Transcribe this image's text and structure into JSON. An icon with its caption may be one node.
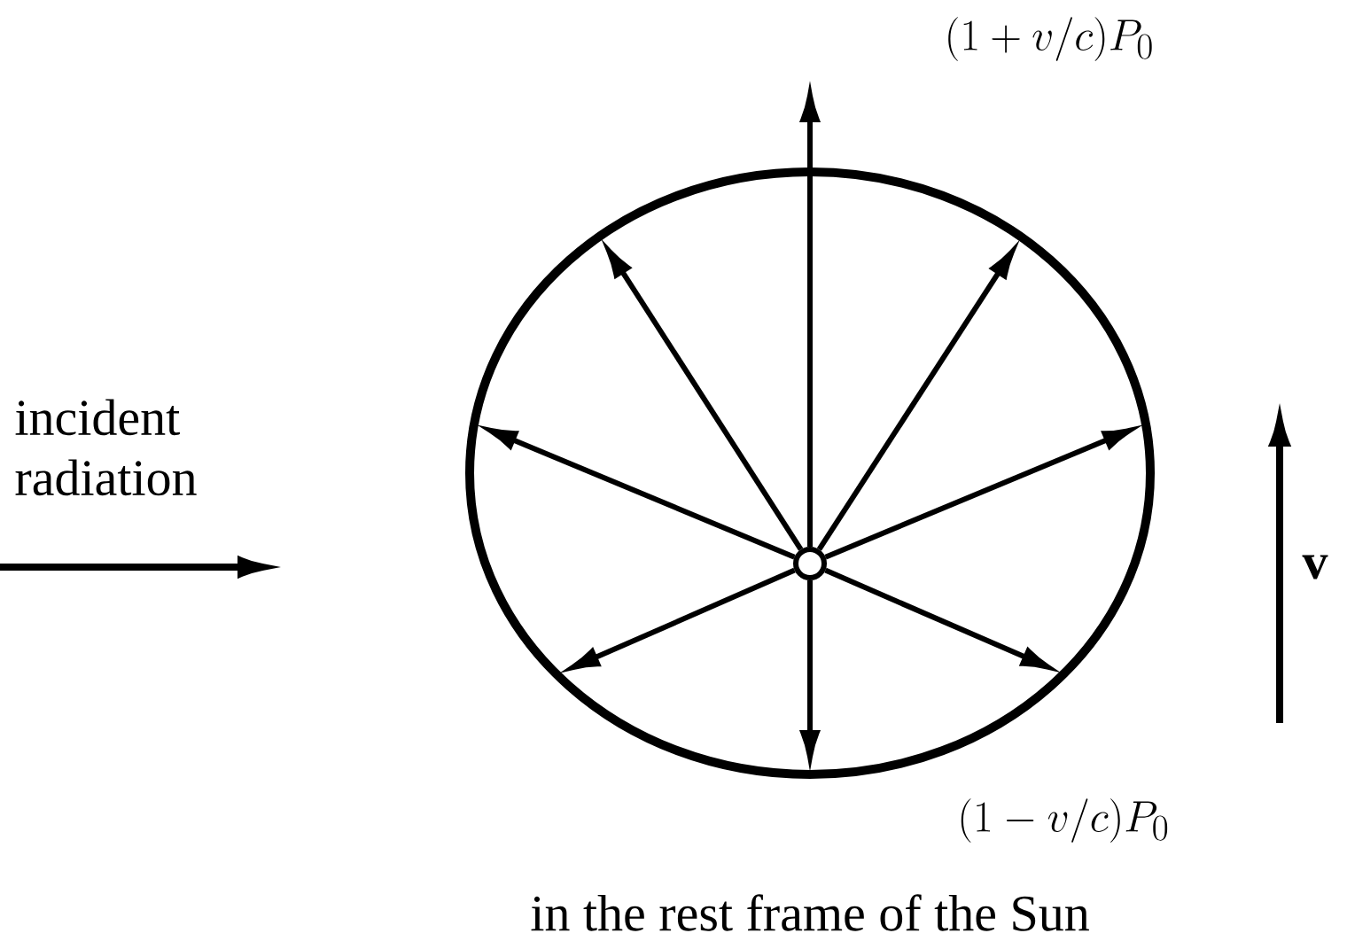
{
  "diagram": {
    "caption": "in the rest frame of the Sun",
    "nodes": [
      {
        "text": [],
        "shape": "circle"
      },
      {
        "text": [],
        "shape": "circle",
        "in": 0
      }
    ],
    "edges": [
      {
        "from": 1,
        "to": null,
        "arrow": "to"
      },
      {
        "from": 1,
        "to": null,
        "arrow": "to"
      },
      {
        "from": 1,
        "to": null,
        "arrow": "to"
      },
      {
        "from": 1,
        "to": null,
        "arrow": "to"
      },
      {
        "from": 1,
        "to": null,
        "arrow": "to"
      },
      {
        "from": 1,
        "to": null,
        "arrow": "to"
      },
      {
        "from": 1,
        "to": null,
        "arrow": "to"
      },
      {
        "from": 1,
        "to": null,
        "arrow": "to"
      }
    ],
    "labels": [
      "(1+v/c)P_0",
      "incident radiation",
      "(1-v/c)P_0",
      "\\mathbf{v}"
    ]
  }
}
